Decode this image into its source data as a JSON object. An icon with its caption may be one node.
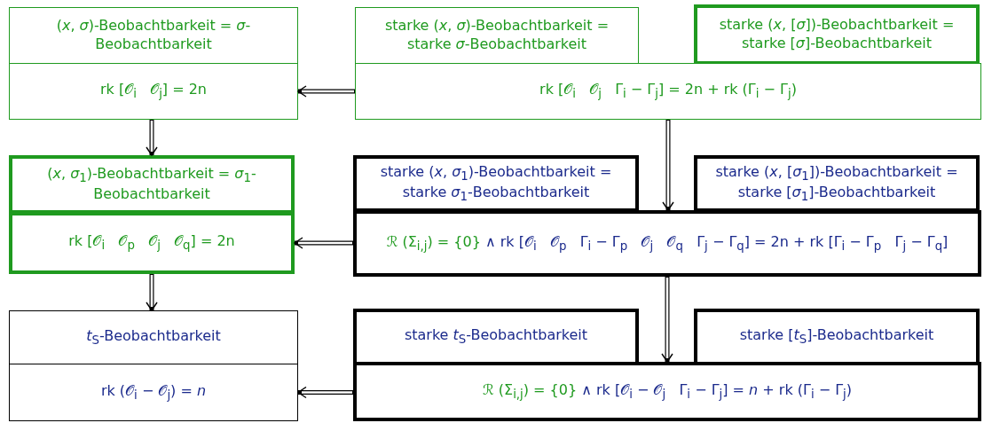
{
  "diagram": {
    "nodes": [
      {
        "text": [
          "(*x*, *σ*)-Beobachtbarkeit = *σ*-Beobachtbarkeit"
        ]
      },
      {
        "text": [
          "rk [𝒪$_{i}$   𝒪$_{j}$] = 2n"
        ]
      },
      {
        "text": [
          "starke (*x*, *σ*)-Beobachtbarkeit = starke *σ*-Beobachtbarkeit"
        ]
      },
      {
        "text": [
          "starke (*x*, [*σ*])-Beobachtbarkeit = starke [*σ*]-Beobachtbarkeit"
        ]
      },
      {
        "text": [
          "rk [𝒪$_{i}$   𝒪$_{j}$   Γ$_{i}$ − Γ$_{j}$] = 2n + rk (Γ$_{i}$ − Γ$_{j}$)"
        ]
      },
      {
        "text": [
          "(*x*, *σ*$_{1}$)-Beobachtbarkeit = *σ*$_{1}$-Beobachtbarkeit"
        ]
      },
      {
        "text": [
          "rk [𝒪$_{i}$   𝒪$_{p}$   𝒪$_{j}$   𝒪$_{q}$] = 2n"
        ]
      },
      {
        "text": [
          "starke (*x*, *σ*$_{1}$)-Beobachtbarkeit = starke *σ*$_{1}$-Beobachtbarkeit"
        ]
      },
      {
        "text": [
          "starke (*x*, [*σ*$_{1}$])-Beobachtbarkeit = starke [*σ*$_{1}$]-Beobachtbarkeit"
        ]
      },
      {
        "text": [
          "ℛ (Σ$_{i,j}$) = {0}",
          "∧ rk [𝒪$_{i}$   𝒪$_{p}$   Γ$_{i}$ − Γ$_{p}$   𝒪$_{j}$   𝒪$_{q}$   Γ$_{j}$ − Γ$_{q}$] = 2n + rk [Γ$_{i}$ − Γ$_{p}$   Γ$_{j}$ − Γ$_{q}$]"
        ]
      },
      {
        "text": [
          "*t*$_{S}$-Beobachtbarkeit"
        ]
      },
      {
        "text": [
          "rk (𝒪$_{i}$ − 𝒪$_{j}$) = *n*"
        ]
      },
      {
        "text": [
          "starke *t*$_{S}$-Beobachtbarkeit"
        ]
      },
      {
        "text": [
          "starke [*t*$_{S}$]-Beobachtbarkeit"
        ]
      },
      {
        "text": [
          "ℛ (Σ$_{i,j}$) = {0}",
          "∧ rk [𝒪$_{i}$ − 𝒪$_{j}$   Γ$_{i}$ − Γ$_{j}$] = *n* + rk (Γ$_{i}$ − Γ$_{j}$)"
        ]
      }
    ],
    "edges": [
      {
        "from": 4,
        "to": 1,
        "arrow": "to"
      },
      {
        "from": 1,
        "to": 5,
        "arrow": "to"
      },
      {
        "from": 4,
        "to": 9,
        "arrow": "to"
      },
      {
        "from": 9,
        "to": 6,
        "arrow": "to"
      },
      {
        "from": 6,
        "to": 10,
        "arrow": "to"
      },
      {
        "from": 9,
        "to": 14,
        "arrow": "to"
      },
      {
        "from": 14,
        "to": 11,
        "arrow": "to"
      }
    ]
  }
}
